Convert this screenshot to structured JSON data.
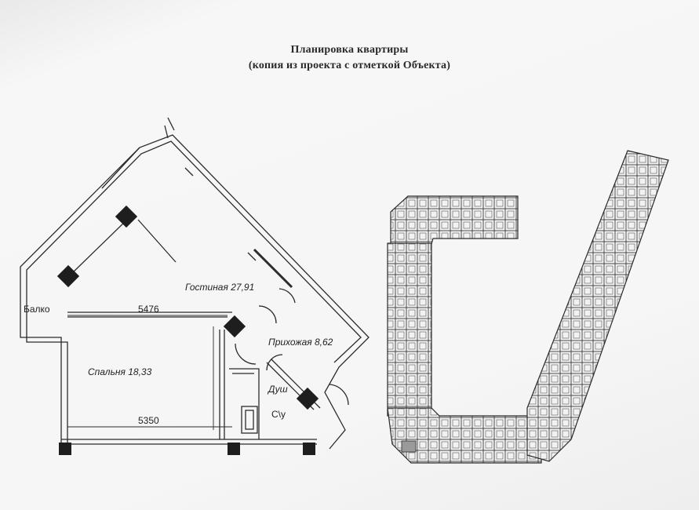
{
  "header": {
    "title": "Планировка квартиры",
    "subtitle": "(копия из проекта с отметкой Объекта)"
  },
  "plan": {
    "rooms": {
      "living": "Гостиная  27,91",
      "hall": "Прихожая 8,62",
      "bedroom": "Спальня 18,33",
      "shower": "Душ",
      "wc": "С\\у",
      "balcony": "Балко"
    },
    "dimensions": {
      "top": "5476",
      "bottom": "5350"
    }
  },
  "colors": {
    "ink": "#1e1e1e",
    "wall": "#2b2b2b",
    "paper": "#f5f5f5"
  }
}
